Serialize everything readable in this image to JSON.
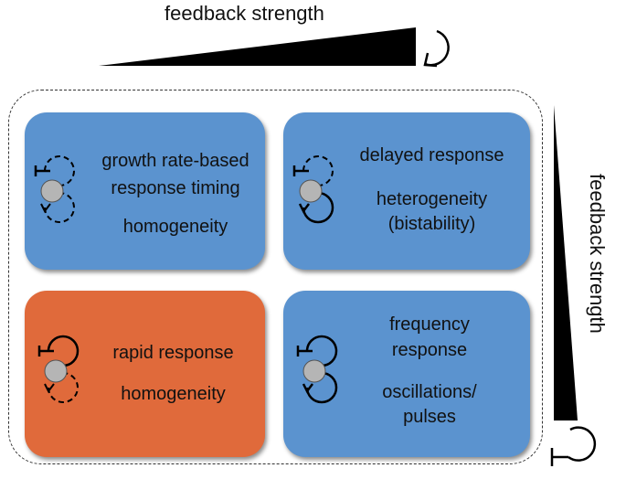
{
  "axis_labels": {
    "top": "feedback strength",
    "side": "feedback strength"
  },
  "panels": [
    {
      "id": "top-left",
      "color": "#5b93cf",
      "lines": [
        "growth rate-based",
        "response timing",
        "homogeneity"
      ]
    },
    {
      "id": "top-right",
      "color": "#5b93cf",
      "lines": [
        "delayed response",
        "heterogeneity",
        "(bistability)"
      ]
    },
    {
      "id": "bottom-left",
      "color": "#e06a3b",
      "lines": [
        "rapid response",
        "homogeneity"
      ]
    },
    {
      "id": "bottom-right",
      "color": "#5b93cf",
      "lines": [
        "frequency",
        "response",
        "oscillations/",
        "pulses"
      ]
    }
  ],
  "motifs": {
    "top-left": {
      "negative_feedback": "weak",
      "positive_feedback": "weak"
    },
    "top-right": {
      "negative_feedback": "weak",
      "positive_feedback": "strong"
    },
    "bottom-left": {
      "negative_feedback": "strong",
      "positive_feedback": "weak"
    },
    "bottom-right": {
      "negative_feedback": "strong",
      "positive_feedback": "strong"
    }
  }
}
